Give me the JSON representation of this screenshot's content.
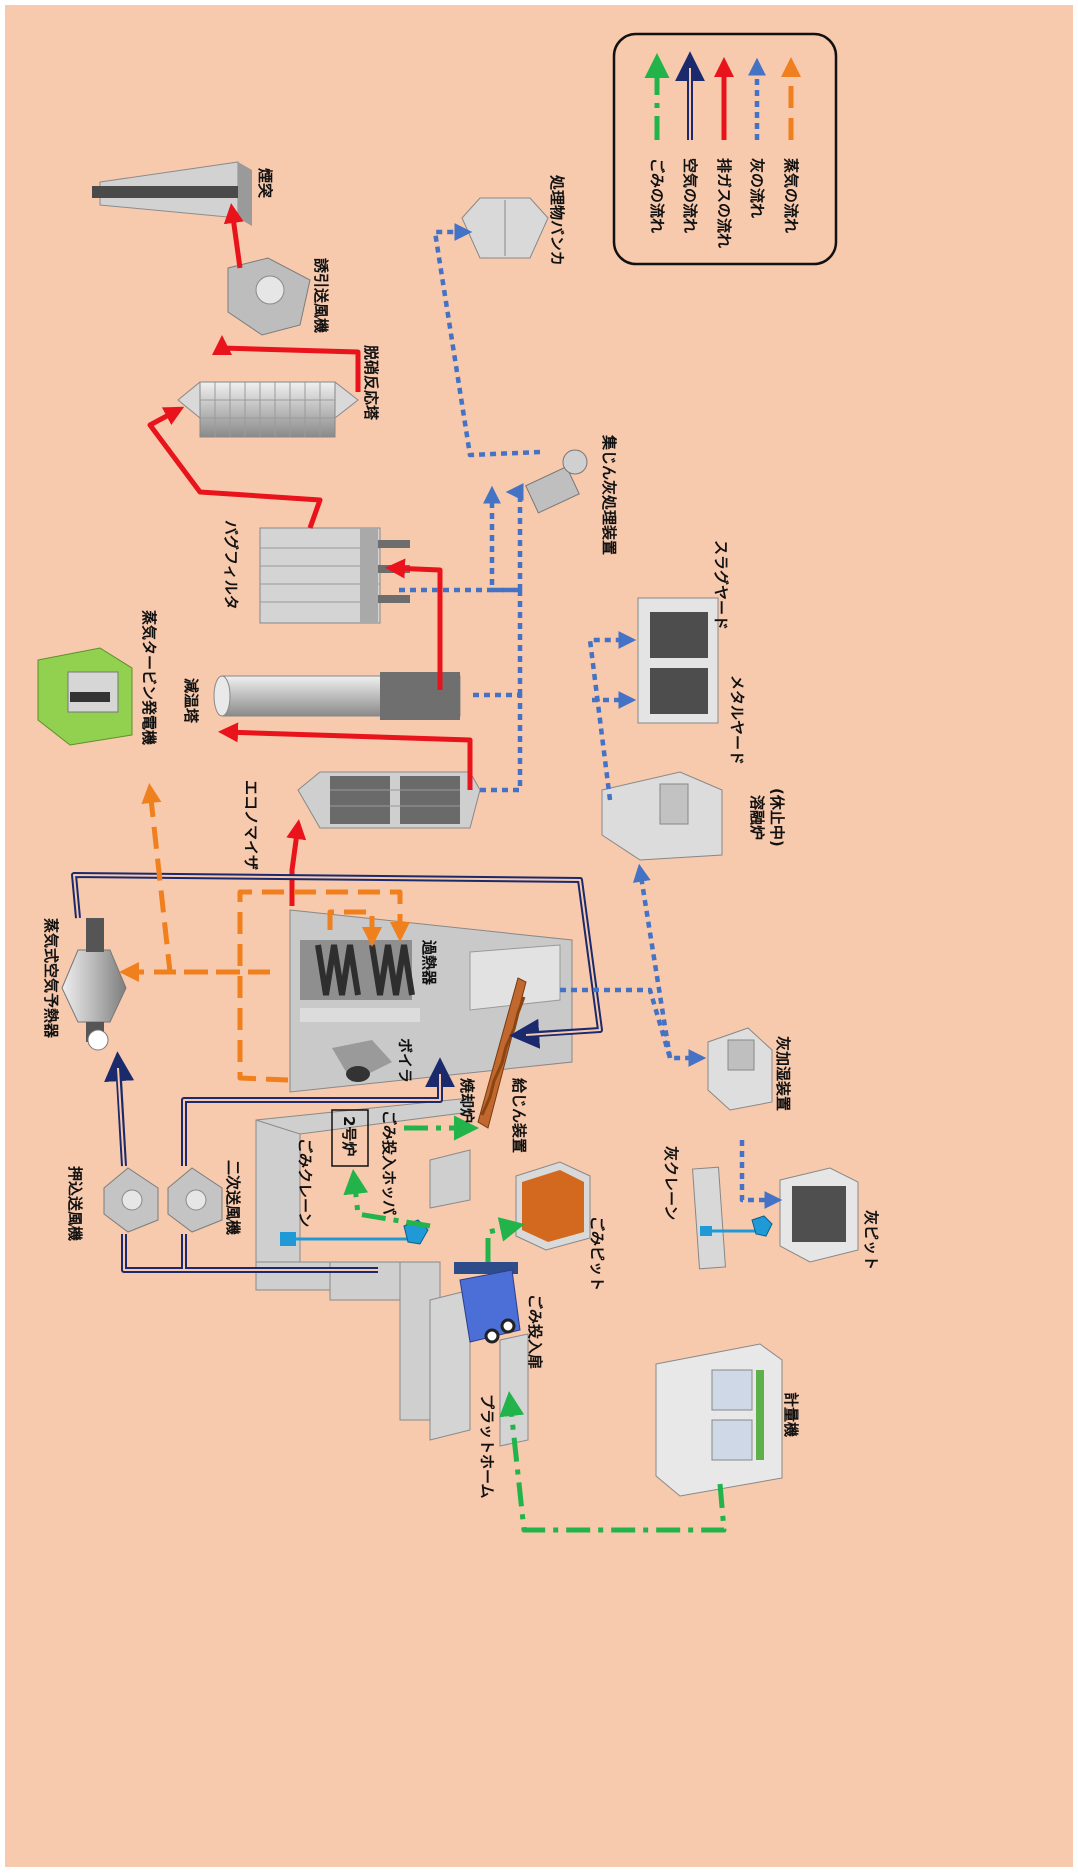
{
  "colors": {
    "background": "#f7c9ad",
    "waste_flow": "#22b34a",
    "air_flow": "#1a2a6c",
    "exhaust_flow": "#e8131b",
    "ash_flow": "#4472c4",
    "steam_flow": "#f07f1e",
    "equipment": "#c9c9c9",
    "equipment_dark": "#6d6d6d",
    "pit_orange": "#d2691e",
    "turbine_green": "#92d050"
  },
  "legend": {
    "items": [
      {
        "label": "ごみの流れ",
        "style": "waste"
      },
      {
        "label": "空気の流れ",
        "style": "air"
      },
      {
        "label": "排ガスの流れ",
        "style": "exhaust"
      },
      {
        "label": "灰の流れ",
        "style": "ash"
      },
      {
        "label": "蒸気の流れ",
        "style": "steam"
      }
    ]
  },
  "labels": {
    "chimney": "煙突",
    "induced_fan": "誘引送風機",
    "denitration_tower": "脱硝反応塔",
    "residue_bunker": "処理物バンカ",
    "fly_ash_unit": "集じん灰処理装置",
    "bag_filter": "バグフィルタ",
    "slag_yard": "スラグヤード",
    "metal_yard": "メタルヤード",
    "cooling_tower": "減温塔",
    "steam_turbine": "蒸気タービン発電機",
    "melting_furnace": "溶融炉",
    "melting_furnace_status": "(休止中)",
    "economizer": "エコノマイザ",
    "air_preheater": "蒸気式空気予熱器",
    "superheater": "過熱器",
    "boiler": "ボイラ",
    "incinerator": "焼却炉",
    "feeder": "給じん装置",
    "ash_humidifier": "灰加湿装置",
    "forced_fan": "押込送風機",
    "secondary_fan": "二次送風機",
    "waste_crane": "ごみクレーン",
    "furnace_no2": "2号炉",
    "waste_hopper": "ごみ投入ホッパ",
    "waste_pit": "ごみピット",
    "ash_crane": "灰クレーン",
    "ash_pit": "灰ピット",
    "waste_door": "ごみ投入扉",
    "platform": "プラットホーム",
    "weighing": "計量機"
  }
}
